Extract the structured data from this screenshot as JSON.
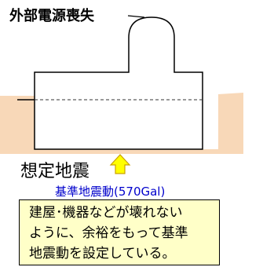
{
  "title": "外部電源喪失",
  "earthquake_label": "想定地震",
  "ground_motion_label": "基準地震動(570Gal)",
  "note_lines": [
    "建屋･機器などが壊れない",
    "ように、余裕をもって基準",
    "地震動を設定している。"
  ],
  "colors": {
    "ground": "#f8d8b8",
    "building": "#ffffff",
    "arrow": "#ffff00",
    "ground_motion_text": "#0000cc",
    "note_bg": "#ffffc8"
  },
  "icons": {
    "arrow": "up-arrow-icon"
  }
}
